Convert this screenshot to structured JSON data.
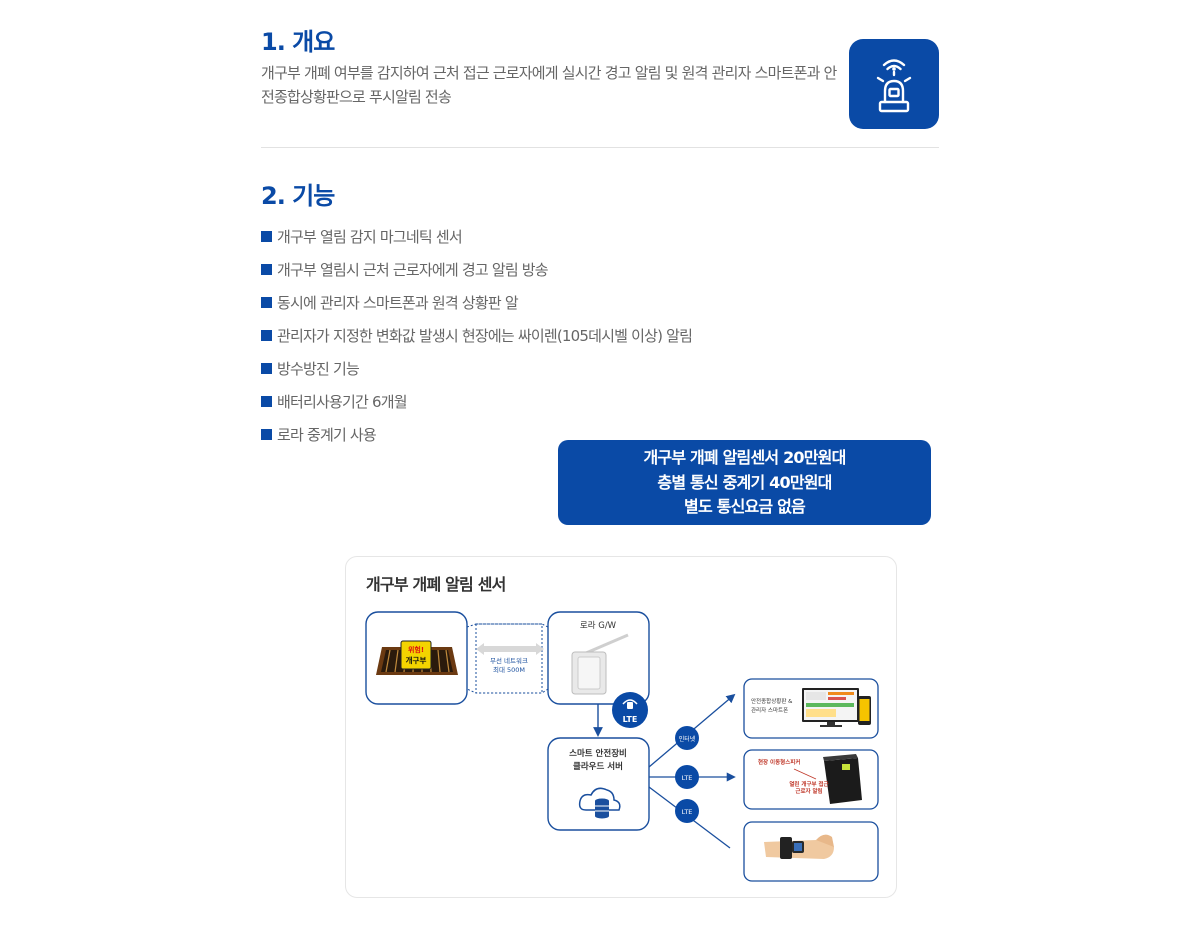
{
  "overview": {
    "heading": "1. 개요",
    "text": "개구부 개폐 여부를 감지하여 근처 접근 근로자에게 실시간 경고 알림 및 원격 관리자 스마트폰과 안전종합상황판으로 푸시알림 전송",
    "icon": "alarm-siren-icon"
  },
  "features": {
    "heading": "2. 기능",
    "items": [
      "개구부 열림 감지 마그네틱 센서",
      "개구부 열림시 근처 근로자에게 경고 알림 방송",
      "동시에 관리자 스마트폰과 원격 상황판 알",
      "관리자가 지정한 변화값 발생시 현장에는 싸이렌(105데시벨 이상) 알림",
      "방수방진 기능",
      "배터리사용기간 6개월",
      "로라 중계기 사용"
    ]
  },
  "pricing": {
    "line1": "개구부 개폐 알림센서 20만원대",
    "line2": "층별 통신 중계기 40만원대",
    "line3": "별도 통신요금 없음"
  },
  "diagram": {
    "title": "개구부 개폐 알림 센서",
    "hatch_sign_line1": "위험!",
    "hatch_sign_line2": "개구부",
    "wireless_line1": "무선 네트워크",
    "wireless_line2": "최대 500M",
    "gateway_label": "로라 G/W",
    "lte_badge": "LTE",
    "server_line1": "스마트 안전장비",
    "server_line2": "클라우드 서버",
    "link_internet": "인터넷",
    "link_lte_1": "LTE",
    "link_lte_2": "LTE",
    "dest1_line1": "안전종합상황판 &",
    "dest1_line2": "관리자 스마트폰",
    "dest2_label": "현장 이동형스피커",
    "dest2_text1": "열린 개구부 접근",
    "dest2_text2": "근로자 알림",
    "colors": {
      "accent": "#0a4aa6",
      "border": "#1a4f9e"
    }
  }
}
